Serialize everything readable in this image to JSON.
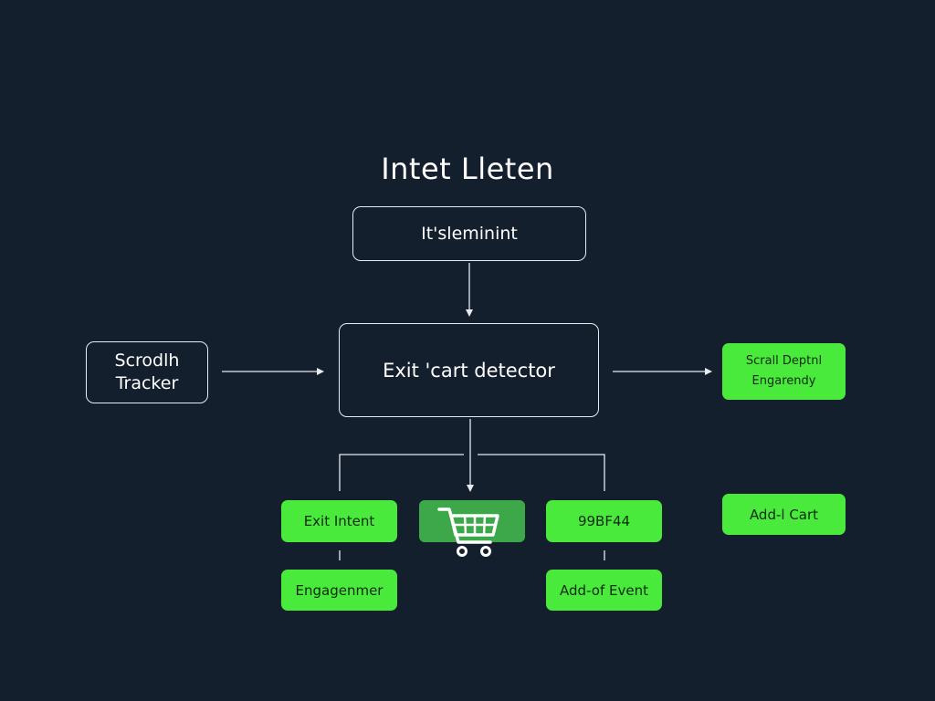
{
  "diagram": {
    "title": "Intet Lleten",
    "nodes": {
      "top": "It'sleminint",
      "center": "Exit 'cart detector",
      "left_line1": "Scrodlh",
      "left_line2": "Tracker",
      "right_line1": "Scrall Deptnl",
      "right_line2": "Engarendy",
      "exit_intent": "Exit Intent",
      "code": "99BF44",
      "add_cart": "Add-l Cart",
      "engagement": "Engagenmer",
      "add_event": "Add-of Event"
    },
    "cart_icon": "shopping-cart-icon",
    "colors": {
      "background": "#141f2e",
      "outline": "#e6ebf0",
      "green": "#4aea3c",
      "cart_box": "#3da84a",
      "dark_text": "#0e2a10"
    }
  }
}
